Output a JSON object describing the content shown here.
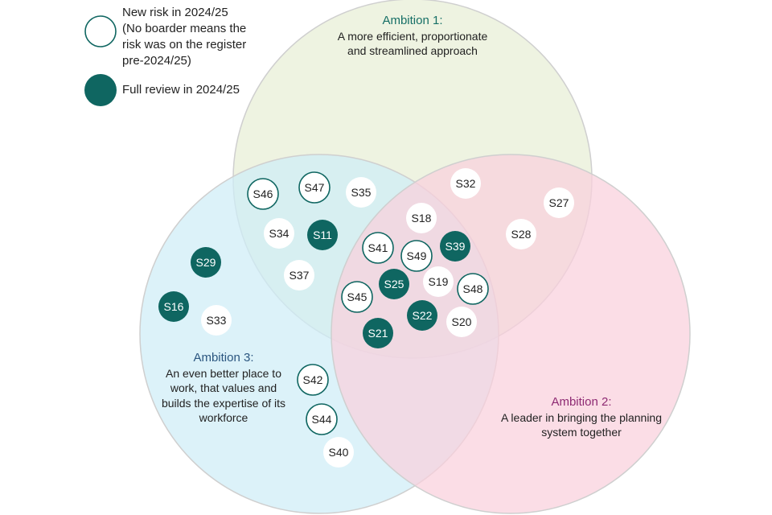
{
  "colors": {
    "teal": "#0f6661",
    "ambition1_fill": "#e8efd6",
    "ambition2_fill": "#f9d0dc",
    "ambition3_fill": "#cfedf6",
    "circle_stroke": "#cfcfcf",
    "ambition1_title": "#166f66",
    "ambition2_title": "#8e2a73",
    "ambition3_title": "#2a557f"
  },
  "legend": [
    {
      "type": "new",
      "label_lines": [
        "New risk in 2024/25",
        "(No boarder means the",
        "risk was on the register",
        "pre-2024/25)"
      ]
    },
    {
      "type": "full_review",
      "label_lines": [
        "Full review in 2024/25"
      ]
    }
  ],
  "ambitions": [
    {
      "id": "ambition1",
      "title": "Ambition 1:",
      "description_lines": [
        "A more efficient, proportionate",
        "and streamlined approach"
      ]
    },
    {
      "id": "ambition2",
      "title": "Ambition 2:",
      "description_lines": [
        "A leader in bringing the planning",
        "system together"
      ]
    },
    {
      "id": "ambition3",
      "title": "Ambition 3:",
      "description_lines": [
        "An even better place to",
        "work, that values and",
        "builds the expertise of its",
        "workforce"
      ]
    }
  ],
  "risks": [
    {
      "id": "S46",
      "ambitions": [
        "1",
        "3"
      ],
      "status": "new"
    },
    {
      "id": "S47",
      "ambitions": [
        "1",
        "3"
      ],
      "status": "new"
    },
    {
      "id": "S35",
      "ambitions": [
        "1",
        "3"
      ],
      "status": "existing"
    },
    {
      "id": "S34",
      "ambitions": [
        "1",
        "3"
      ],
      "status": "existing"
    },
    {
      "id": "S11",
      "ambitions": [
        "1",
        "3"
      ],
      "status": "full_review"
    },
    {
      "id": "S37",
      "ambitions": [
        "1",
        "3"
      ],
      "status": "existing"
    },
    {
      "id": "S18",
      "ambitions": [
        "1",
        "2",
        "3"
      ],
      "status": "existing"
    },
    {
      "id": "S41",
      "ambitions": [
        "1",
        "2",
        "3"
      ],
      "status": "new"
    },
    {
      "id": "S49",
      "ambitions": [
        "1",
        "2",
        "3"
      ],
      "status": "new"
    },
    {
      "id": "S39",
      "ambitions": [
        "1",
        "2",
        "3"
      ],
      "status": "full_review"
    },
    {
      "id": "S25",
      "ambitions": [
        "1",
        "2",
        "3"
      ],
      "status": "full_review"
    },
    {
      "id": "S19",
      "ambitions": [
        "1",
        "2",
        "3"
      ],
      "status": "existing"
    },
    {
      "id": "S48",
      "ambitions": [
        "1",
        "2",
        "3"
      ],
      "status": "new"
    },
    {
      "id": "S45",
      "ambitions": [
        "1",
        "2",
        "3"
      ],
      "status": "new"
    },
    {
      "id": "S22",
      "ambitions": [
        "1",
        "2",
        "3"
      ],
      "status": "full_review"
    },
    {
      "id": "S20",
      "ambitions": [
        "1",
        "2",
        "3"
      ],
      "status": "existing"
    },
    {
      "id": "S21",
      "ambitions": [
        "1",
        "2",
        "3"
      ],
      "status": "full_review"
    },
    {
      "id": "S32",
      "ambitions": [
        "1",
        "2"
      ],
      "status": "existing"
    },
    {
      "id": "S27",
      "ambitions": [
        "1",
        "2"
      ],
      "status": "existing"
    },
    {
      "id": "S28",
      "ambitions": [
        "1",
        "2"
      ],
      "status": "existing"
    },
    {
      "id": "S29",
      "ambitions": [
        "3"
      ],
      "status": "full_review"
    },
    {
      "id": "S16",
      "ambitions": [
        "3"
      ],
      "status": "full_review"
    },
    {
      "id": "S33",
      "ambitions": [
        "3"
      ],
      "status": "existing"
    },
    {
      "id": "S42",
      "ambitions": [
        "3"
      ],
      "status": "new"
    },
    {
      "id": "S44",
      "ambitions": [
        "3"
      ],
      "status": "new"
    },
    {
      "id": "S40",
      "ambitions": [
        "3"
      ],
      "status": "existing"
    }
  ]
}
